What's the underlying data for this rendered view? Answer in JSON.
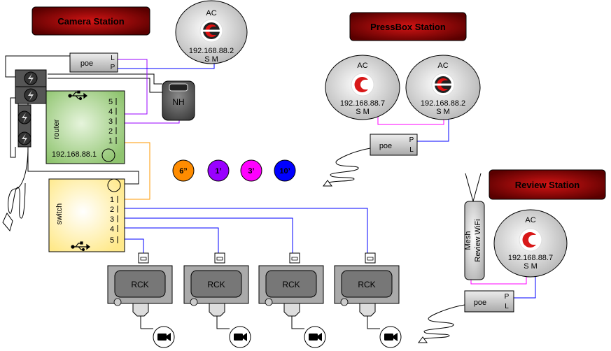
{
  "stations": {
    "camera": "Camera Station",
    "pressbox": "PressBox Station",
    "review": "Review Station"
  },
  "access_points": [
    {
      "label": "AC",
      "ip": "192.168.88.2",
      "ports": "S M"
    },
    {
      "label": "AC",
      "ip": "192.168.88.7",
      "ports": "S M"
    },
    {
      "label": "AC",
      "ip": "192.168.88.2",
      "ports": "S M"
    },
    {
      "label": "AC",
      "ip": "192.168.88.7",
      "ports": "S M"
    }
  ],
  "poe": [
    {
      "label": "poe",
      "port_top": "L",
      "port_bottom": "P"
    },
    {
      "label": "poe",
      "port_top": "P",
      "port_bottom": "L"
    },
    {
      "label": "poe",
      "port_top": "P",
      "port_bottom": "L"
    }
  ],
  "router": {
    "label": "router",
    "ip": "192.168.88.1",
    "ports": [
      "5",
      "4",
      "3",
      "2",
      "1"
    ]
  },
  "switch": {
    "label": "switch",
    "ports": [
      "1",
      "2",
      "3",
      "4",
      "5"
    ]
  },
  "nh": {
    "label": "NH"
  },
  "cable_legend": [
    {
      "label": "6”",
      "color": "#ff8c00"
    },
    {
      "label": "1’",
      "color": "#9900ff"
    },
    {
      "label": "3’",
      "color": "#ff00ff"
    },
    {
      "label": "10’",
      "color": "#0000ff"
    }
  ],
  "rck": [
    "RCK",
    "RCK",
    "RCK",
    "RCK"
  ],
  "mesh": {
    "line1": "Mesh",
    "line2": "Review  WiFi"
  },
  "colors": {
    "orange": "#ff9900",
    "purple": "#9900ff",
    "magenta": "#ff00ff",
    "blue": "#0000ff",
    "station_red": "#b00000",
    "router_green": "#a8d58c",
    "switch_yellow": "#fff3b0"
  }
}
